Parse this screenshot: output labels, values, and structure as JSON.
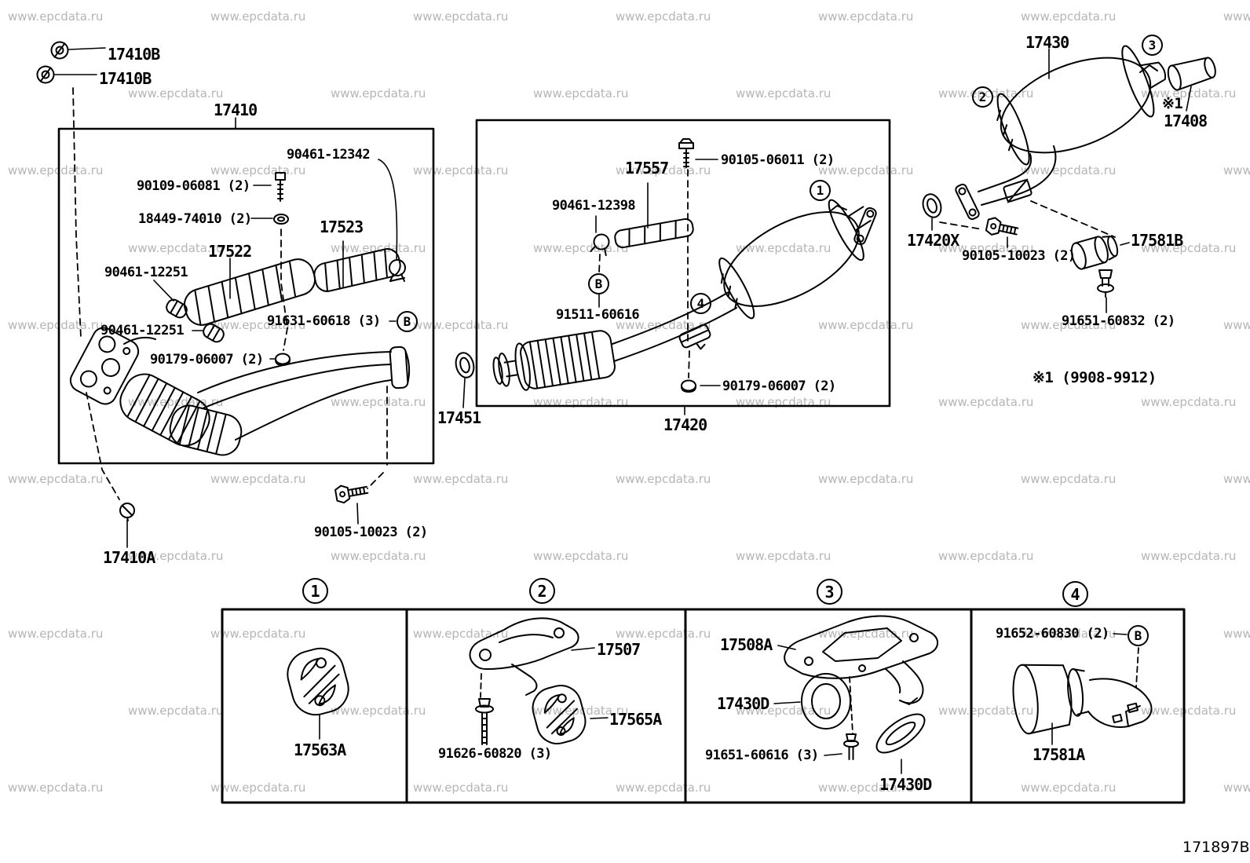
{
  "watermark": "www.epcdata.ru",
  "footer": {
    "diagram_code": "171897B"
  },
  "note": {
    "production_period": "※1 (9908-9912)"
  },
  "labels": {
    "nut_top_1": "17410B",
    "nut_top_2": "17410B",
    "front_pipe_box": "17410",
    "clamp_90461_12342": "90461-12342",
    "bolt_90109_06081": "90109-06081 (2)",
    "washer_18449_74010": "18449-74010 (2)",
    "heat_shield_17523": "17523",
    "heat_shield_17522": "17522",
    "clamp_90461_12251_a": "90461-12251",
    "clamp_90461_12251_b": "90461-12251",
    "bolt_91631_60618": "91631-60618 (3)",
    "nut_90179_06007_a": "90179-06007 (2)",
    "gasket_17451": "17451",
    "bolt_17410a": "17410A",
    "bolt_90105_10023_left": "90105-10023 (2)",
    "bolt_90105_06011": "90105-06011 (2)",
    "heat_shield_17557": "17557",
    "clamp_90461_12398": "90461-12398",
    "bolt_91511_60616": "91511-60616",
    "nut_90179_06007_b": "90179-06007 (2)",
    "center_pipe_box": "17420",
    "rear_muffler_17430": "17430",
    "ref_star_1": "※1",
    "tailpipe_tip_17408": "17408",
    "gasket_17420x": "17420X",
    "bolt_90105_10023_right": "90105-10023 (2)",
    "pipe_support_17581b": "17581B",
    "bolt_91651_60832": "91651-60832 (2)",
    "hanger_17563a": "17563A",
    "bracket_17507": "17507",
    "hanger_17565a": "17565A",
    "bolt_91626_60820": "91626-60820 (3)",
    "bracket_17508a": "17508A",
    "ring_17430d_1": "17430D",
    "bolt_91651_60616": "91651-60616 (3)",
    "ring_17430d_2": "17430D",
    "bolt_91652_60830": "91652-60830 (2)",
    "support_17581a": "17581A"
  },
  "callouts": {
    "one": "1",
    "two": "2",
    "three": "3",
    "four": "4",
    "b": "B"
  }
}
